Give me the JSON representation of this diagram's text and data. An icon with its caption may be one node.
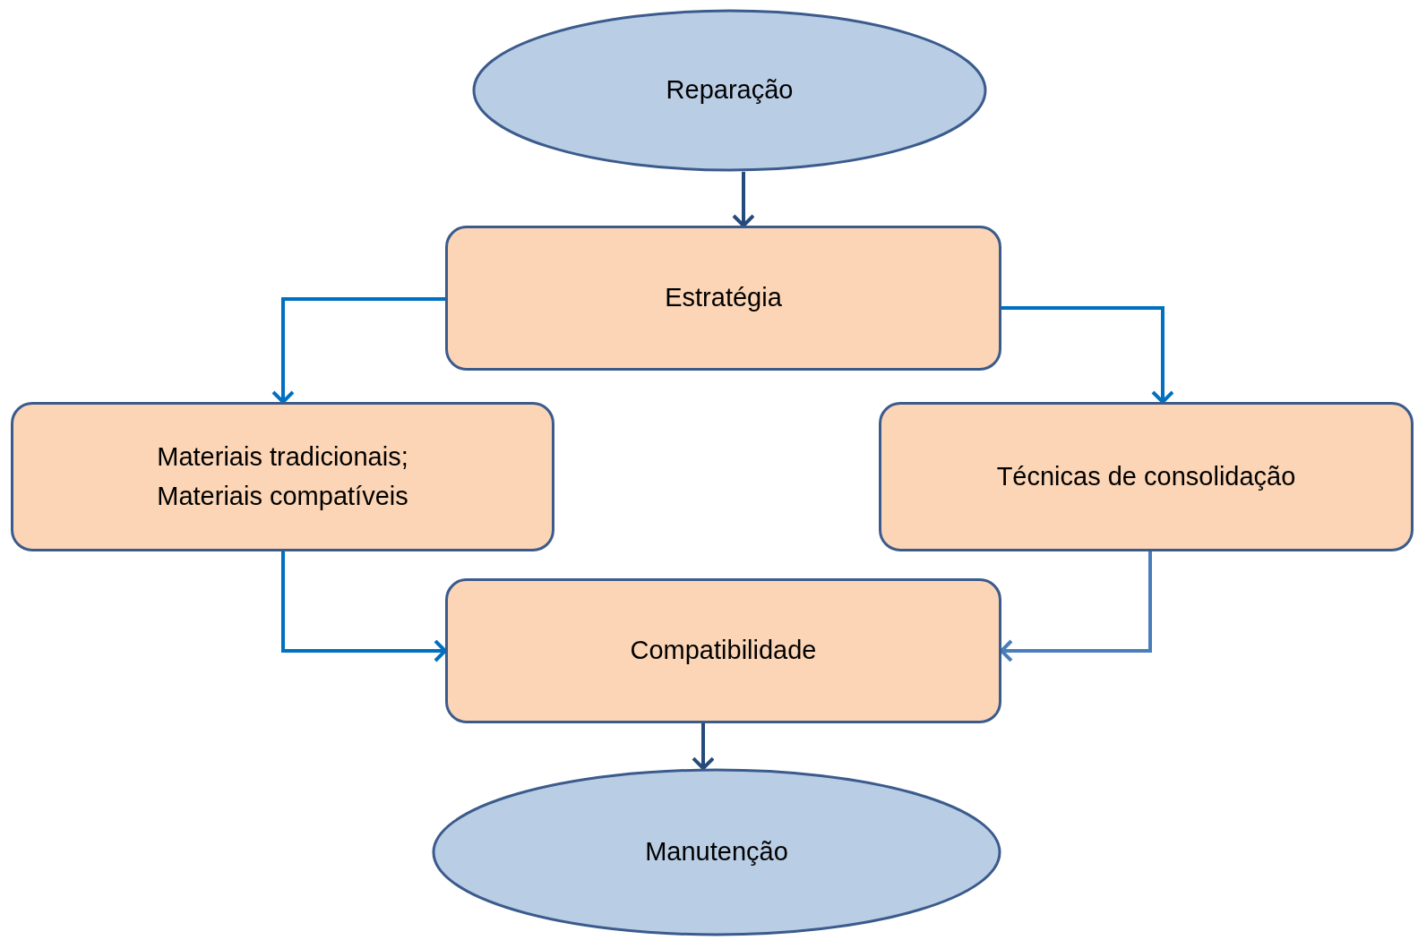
{
  "diagram": {
    "nodes": [
      {
        "text": [
          "Reparação"
        ]
      },
      {
        "text": [
          "Estratégia"
        ]
      },
      {
        "text": [
          "Materiais tradicionais; Materiais compatíveis"
        ]
      },
      {
        "text": [
          "Técnicas de consolidação"
        ]
      },
      {
        "text": [
          "Compatibilidade"
        ]
      },
      {
        "text": [
          "Manutenção"
        ]
      }
    ],
    "edges": [
      {
        "from": 0,
        "to": 1,
        "arrow": "to",
        "color": "#254a7c"
      },
      {
        "from": 1,
        "to": 2,
        "arrow": "to"
      },
      {
        "from": 1,
        "to": 3,
        "arrow": "to"
      },
      {
        "from": 2,
        "to": 4,
        "arrow": "to"
      },
      {
        "from": 3,
        "to": 4,
        "arrow": "to",
        "color": "#4a7ebb"
      },
      {
        "from": 4,
        "to": 5,
        "arrow": "to",
        "color": "#254a7c"
      }
    ]
  }
}
